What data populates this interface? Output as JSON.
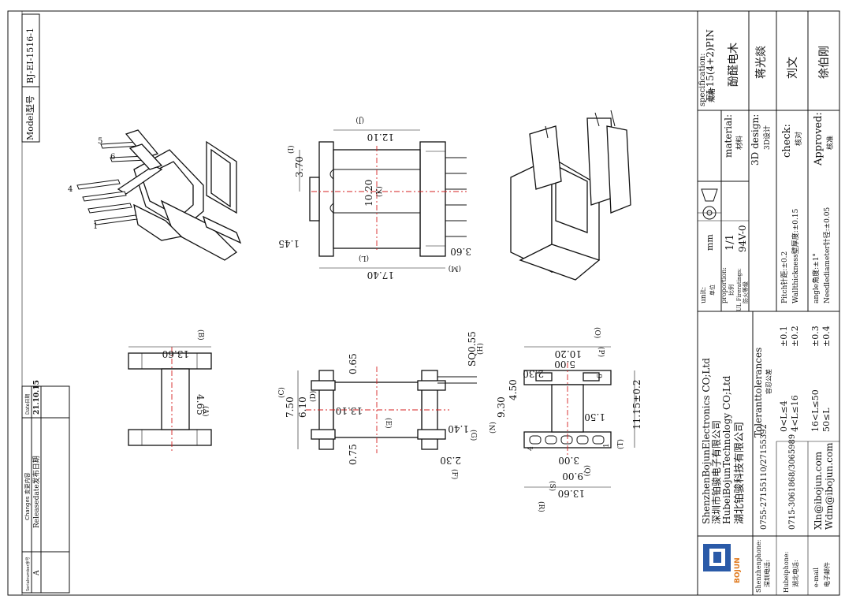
{
  "model": {
    "label": "Model型号",
    "value": "BJ-EI-1516-1"
  },
  "revision": {
    "headers": {
      "serial": "Serialnumber序号",
      "changes": "Changes 变更内容",
      "date": "Date日期"
    },
    "row": {
      "serial": "A",
      "changes": "Releasedate发布日期",
      "date": "21.10.15"
    }
  },
  "company": {
    "shenzhen_en": "ShenzhenBojunElectronics CO;Ltd",
    "shenzhen_cn": "深圳市铂骏电子有限公司",
    "hubei_en": "HubeiBojunTechnology CO;Ltd",
    "hubei_cn": "湖北铂骏科技有限公司",
    "logo_text": "BOJUN",
    "shenzhen_phone_label": "Shenzhenphone:",
    "shenzhen_phone_cn": "深圳电话:",
    "shenzhen_phone": "0755-27155110/27155392",
    "hubei_phone_label": "Hubeiphone:",
    "hubei_phone_cn": "湖北电话:",
    "hubei_phone": "0715-3061868/3065989",
    "email_label": "e-mail",
    "email_cn": "电子邮件",
    "email1": "Xln@ibojun.com",
    "email2": "Wdm@ibojun.com"
  },
  "tolerances": {
    "title": "Toleranttolerances",
    "title_cn": "容忍公差",
    "rows": [
      {
        "range": "0<L≤4",
        "tol": "±0.1"
      },
      {
        "range": "4<L≤16",
        "tol": "±0.2"
      },
      {
        "range": "16<L≤50",
        "tol": "±0.3"
      },
      {
        "range": "50≤L",
        "tol": "±0.4"
      }
    ],
    "notes": [
      "Pitch针距:±0.2",
      "Wallthickness壁厚度:±0.15",
      "angle角度:±1°",
      "Needlediameter针径:±0.05"
    ]
  },
  "titleblock": {
    "unit_label": "unit:",
    "unit_cn": "单位",
    "unit_value": "mm",
    "proportion_label": "proportion:",
    "proportion_cn": "比例",
    "proportion_value": "1/1",
    "ul_label": "UL Fireratings:",
    "ul_cn": "防火等级",
    "ul_value": "94V-0",
    "specification_label": "specification:",
    "specification_cn": "规格",
    "specification_value": "EI-15(4+2)PIN",
    "material_label": "material:",
    "material_cn": "材料",
    "material_value": "酚醛电木",
    "design_label": "3D design:",
    "design_cn": "3D设计",
    "design_value": "蒋光燚",
    "check_label": "check:",
    "check_cn": "核对",
    "check_value": "刘文",
    "approved_label": "Approved:",
    "approved_cn": "核准",
    "approved_value": "徐伯刚"
  },
  "dimensions": {
    "top": {
      "d1": "12.10",
      "d1_ref": "(J)",
      "d2": "3.70",
      "d2_ref": "(I)",
      "d3": "10.20",
      "d3_ref": "(K)",
      "d4": "1.45",
      "d5": "17.40",
      "d5_ref": "(L)",
      "d6": "3.60",
      "d6_ref": "(M)"
    },
    "left": {
      "d1": "13.60",
      "d1_ref": "(B)",
      "d2": "4.65",
      "d2_ref": "(A)"
    },
    "front": {
      "d1": "7.50",
      "d1_ref": "(C)",
      "d2": "6.10",
      "d2_ref": "(D)",
      "d3": "0.65",
      "d4": "13.10",
      "d4_ref": "(E)",
      "d5": "SQ0.55",
      "d5_ref": "(H)",
      "d6": "0.75",
      "d7": "1.40",
      "d7_ref": "(G)",
      "d8": "2.30",
      "d8_ref": "(F)"
    },
    "bottom": {
      "d1": "10.20",
      "d1_ref": "(O)",
      "d2": "5.00",
      "d2_ref": "(P)",
      "d3": "2.30",
      "d4": "4.50",
      "d5": "9.30",
      "d5_ref": "(N)",
      "d6": "1.50",
      "d7": "3.00",
      "d7_ref": "(Q)",
      "d8": "9.00",
      "d8_ref": "(S)",
      "d9": "13.60",
      "d9_ref": "(R)",
      "d10": "11.15±0.2",
      "d10_ref": "(T)",
      "pin4": "4",
      "pin1": "1",
      "pin6": "6"
    }
  },
  "pin_labels": {
    "p5": "5",
    "p6": "6",
    "p4": "4",
    "p1": "1"
  }
}
